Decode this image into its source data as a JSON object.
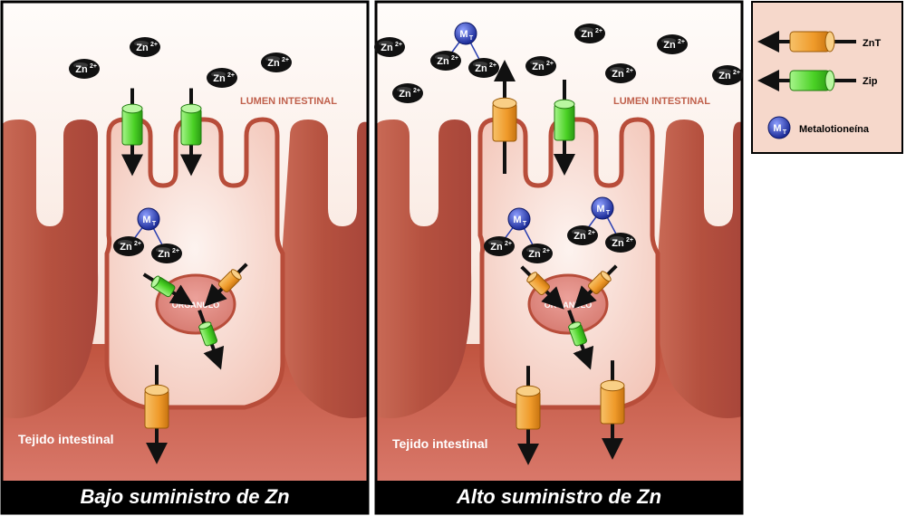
{
  "panels": {
    "left": {
      "caption": "Bajo suministro de Zn",
      "lumen_label": "LUMEN INTESTINAL",
      "tissue_label": "Tejido intestinal",
      "organelle_label": "ORGANULO"
    },
    "right": {
      "caption": "Alto suministro de Zn",
      "lumen_label": "LUMEN INTESTINAL",
      "tissue_label": "Tejido intestinal",
      "organelle_label": "ORGANULO"
    }
  },
  "ion": {
    "symbol": "Zn",
    "charge": "2+"
  },
  "mt_symbol": {
    "main": "M",
    "sub": "T"
  },
  "legend": {
    "items": [
      {
        "label": "ZnT",
        "color": "#f0a030"
      },
      {
        "label": "Zip",
        "color": "#55dd33"
      },
      {
        "label": "Metalotioneína",
        "color": "#2a3fb0"
      }
    ]
  },
  "colors": {
    "lumen": "#f8e2d8",
    "tissue": "#c65e48",
    "cell": "#f7d8cd",
    "membrane": "#b84d3a",
    "znt": "#f0a030",
    "zip": "#55dd33",
    "mt": "#2a3fb0",
    "organelle": "#e08e86"
  }
}
